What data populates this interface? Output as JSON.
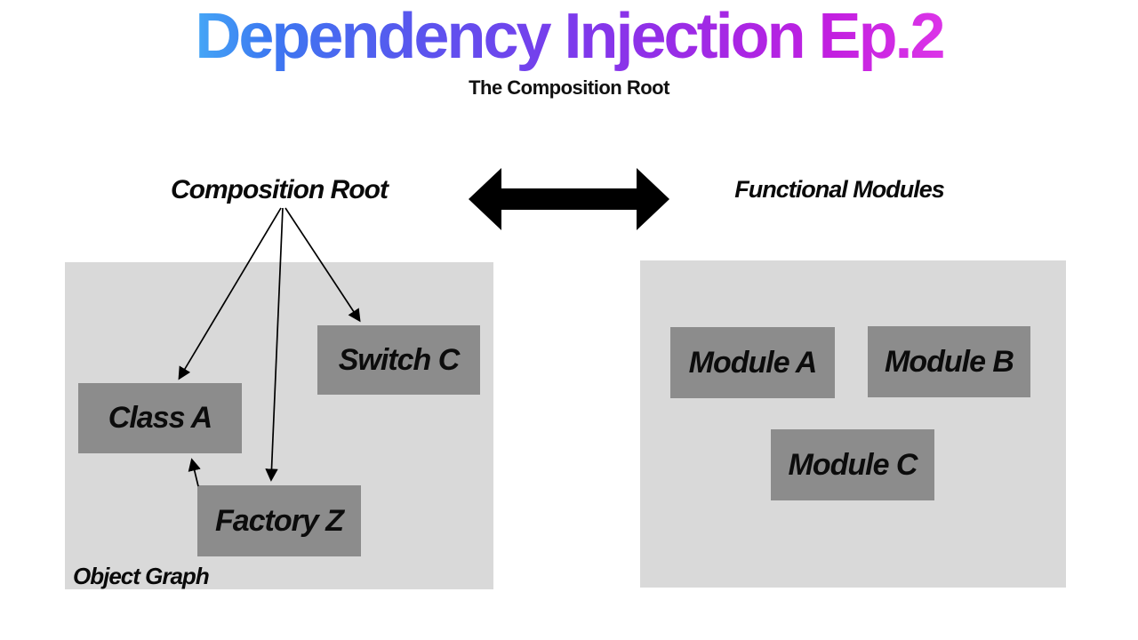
{
  "header": {
    "title": "Dependency Injection Ep.2",
    "subtitle": "The Composition Root",
    "title_gradient": {
      "start": "#45A7F6",
      "middle": "#7B3BEC",
      "end": "#DC35E8"
    }
  },
  "comparison": {
    "left_heading": "Composition Root",
    "right_heading": "Functional Modules",
    "connector": "double-headed-arrow"
  },
  "object_graph_panel": {
    "caption": "Object Graph",
    "nodes": [
      {
        "id": "class-a",
        "label": "Class A"
      },
      {
        "id": "switch-c",
        "label": "Switch C"
      },
      {
        "id": "factory-z",
        "label": "Factory Z"
      }
    ],
    "edges": [
      {
        "from": "Composition Root",
        "to": "Class A"
      },
      {
        "from": "Composition Root",
        "to": "Factory Z"
      },
      {
        "from": "Composition Root",
        "to": "Switch C"
      },
      {
        "from": "Factory Z",
        "to": "Class A"
      }
    ]
  },
  "modules_panel": {
    "nodes": [
      {
        "id": "module-a",
        "label": "Module A"
      },
      {
        "id": "module-b",
        "label": "Module B"
      },
      {
        "id": "module-c",
        "label": "Module C"
      }
    ]
  },
  "colors": {
    "panel_background": "#D9D9D9",
    "node_background": "#8C8C8C",
    "arrow": "#000000",
    "text": "#000000"
  }
}
